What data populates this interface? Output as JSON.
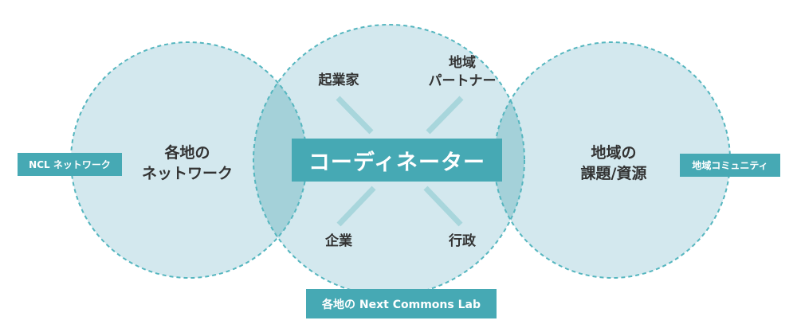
{
  "diagram": {
    "center_label": "コーディネーター",
    "roles": {
      "top_left": "起業家",
      "top_right_line1": "地域",
      "top_right_line2": "パートナー",
      "bottom_left": "企業",
      "bottom_right": "行政"
    },
    "left_circle": {
      "line1": "各地の",
      "line2": "ネットワーク"
    },
    "right_circle": {
      "line1": "地域の",
      "line2": "課題/資源"
    },
    "left_tag": "NCL ネットワーク",
    "right_tag": "地域コミュニティ",
    "bottom_tag": "各地の Next Commons Lab",
    "colors": {
      "circle_fill": "#d3e8ee",
      "overlap_fill": "#a4d1d9",
      "outline": "#55b6bf",
      "accent": "#46a9b4",
      "connector": "#a8d6dc",
      "text": "#333333"
    }
  }
}
